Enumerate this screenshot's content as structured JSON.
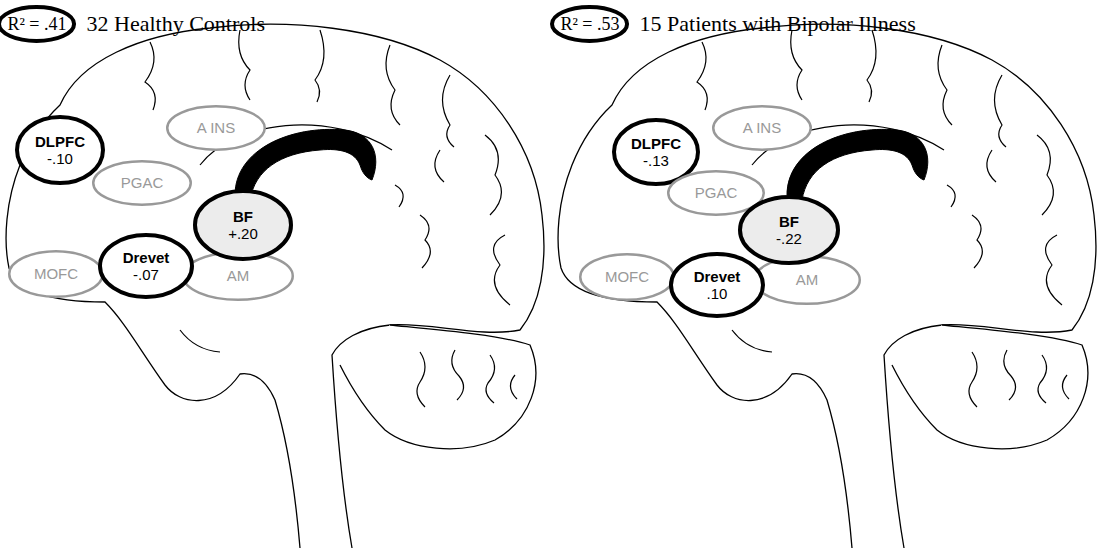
{
  "diagram": {
    "nodes": [
      {
        "text": [
          "R² = .41"
        ]
      },
      {
        "text": [
          "DLPFC",
          "-.10"
        ]
      },
      {
        "text": [
          "A INS"
        ]
      },
      {
        "text": [
          "PGAC"
        ]
      },
      {
        "text": [
          "MOFC"
        ]
      },
      {
        "text": [
          "AM"
        ]
      },
      {
        "text": [
          "BF",
          "+.20"
        ]
      },
      {
        "text": [
          "Drevet",
          "-.07"
        ]
      },
      {
        "text": [
          "R² = .53"
        ]
      },
      {
        "text": [
          "DLPFC",
          "-.13"
        ]
      },
      {
        "text": [
          "A INS"
        ]
      },
      {
        "text": [
          "PGAC"
        ]
      },
      {
        "text": [
          "MOFC"
        ]
      },
      {
        "text": [
          "AM"
        ]
      },
      {
        "text": [
          "BF",
          "-.22"
        ]
      },
      {
        "text": [
          "Drevet",
          ".10"
        ]
      }
    ],
    "labels": [
      "32 Healthy Controls",
      "15 Patients with Bipolar Illness"
    ]
  }
}
